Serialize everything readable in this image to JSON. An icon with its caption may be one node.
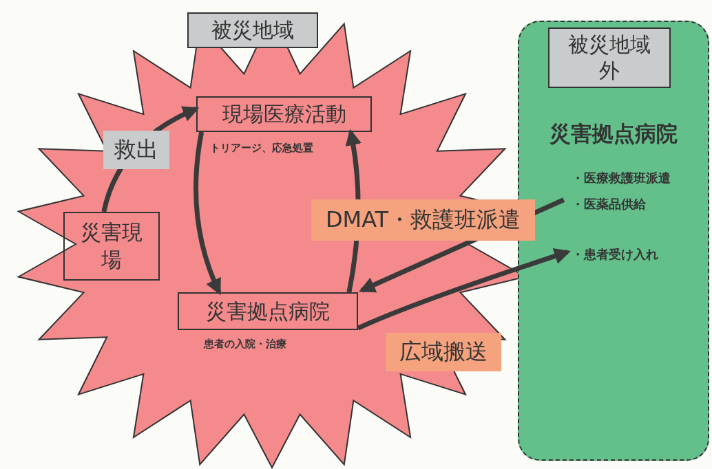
{
  "diagram": {
    "nodes": [
      {
        "text": [
          "被災地域"
        ]
      },
      {
        "text": [
          "現場医療活動"
        ],
        "in": 0,
        "beside": [
          "トリアージ、応急処置"
        ]
      },
      {
        "text": [
          "災害現場"
        ],
        "in": 0
      },
      {
        "text": [
          "災害拠点病院"
        ],
        "in": 0,
        "beside": [
          "患者の入院・治療"
        ]
      },
      {
        "text": [
          "被災地域外",
          "災害拠点病院"
        ]
      },
      {
        "text": [
          "・医療救護班派遣",
          "・医薬品供給"
        ],
        "in": 4
      },
      {
        "text": [
          "・患者受け入れ"
        ],
        "in": 4
      }
    ],
    "edges": [
      {
        "from": 2,
        "to": 1,
        "arrow": "to",
        "label": "救出"
      },
      {
        "from": 1,
        "to": 3,
        "arrow": "to"
      },
      {
        "from": 3,
        "to": 1,
        "arrow": "to"
      },
      {
        "from": 5,
        "to": 3,
        "arrow": "to",
        "label": "DMAT・救護班派遣"
      },
      {
        "from": 3,
        "to": 6,
        "arrow": "to",
        "label": "広域搬送"
      }
    ]
  }
}
